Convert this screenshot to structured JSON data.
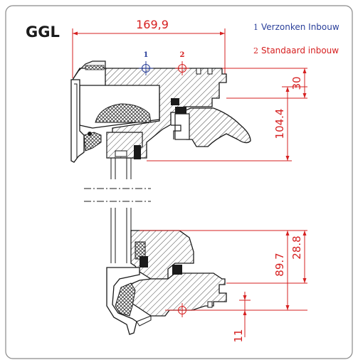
{
  "title": "GGL",
  "legend": [
    {
      "number": "1",
      "label": "Verzonken Inbouw",
      "color": "#2a3f9a"
    },
    {
      "number": "2",
      "label": "Standaard inbouw",
      "color": "#d62020"
    }
  ],
  "marker_labels": {
    "one": "1",
    "two": "2"
  },
  "dimensions": {
    "top_width": "169,9",
    "top_30": "30",
    "top_104": "104.4",
    "bottom_89": "89.7",
    "bottom_28": "28.8",
    "bottom_11": "11"
  },
  "colors": {
    "dimension": "#d62020",
    "outline": "#1a1a1a",
    "hatch": "#333333",
    "frame": "#777777"
  }
}
